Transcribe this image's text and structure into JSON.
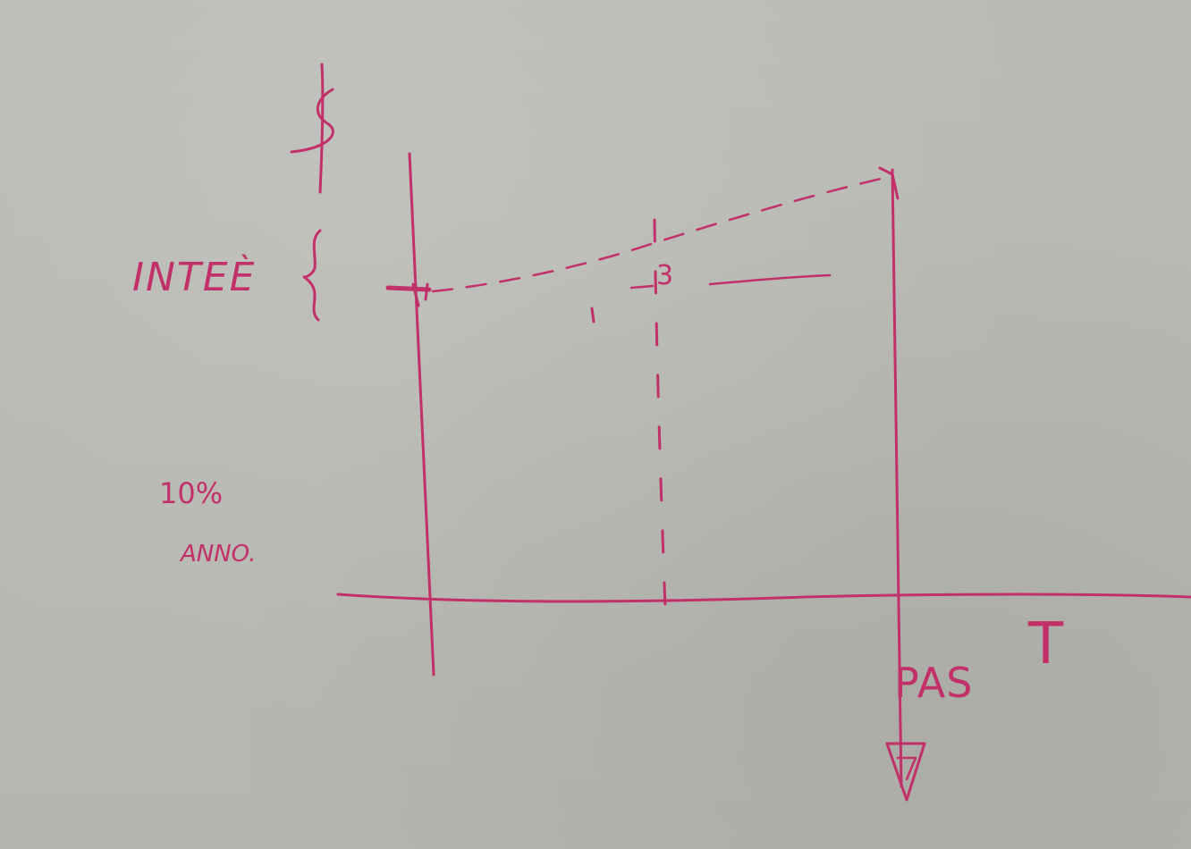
{
  "labels": {
    "interest": "INTEÈ",
    "rate": "10%",
    "period": "ANNO.",
    "pay": "PAS",
    "time_axis": "T",
    "tick": "3"
  },
  "colors": {
    "board": "#b9b9b4",
    "marker": "#c2306a"
  }
}
